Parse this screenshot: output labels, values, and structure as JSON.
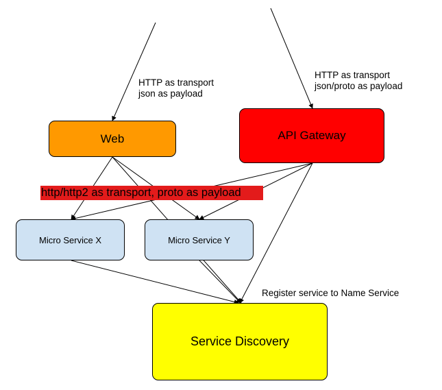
{
  "colors": {
    "web": "#ff9900",
    "api_gateway": "#ff0000",
    "micro_service": "#cfe2f3",
    "service_discovery": "#ffff00",
    "transport_band": "#e31b1b",
    "arrow": "#000000"
  },
  "nodes": {
    "web": "Web",
    "api_gateway": "API Gateway",
    "micro_service_x": "Micro Service X",
    "micro_service_y": "Micro Service Y",
    "service_discovery": "Service Discovery"
  },
  "notes": {
    "web_ingress": [
      "HTTP as transport",
      "json as payload"
    ],
    "gateway_ingress": [
      "HTTP as transport",
      "json/proto as payload"
    ],
    "internal_transport": "http/http2 as transport, proto as payload",
    "registration": "Register service to Name Service"
  },
  "edges": [
    {
      "from": "external",
      "to": "web"
    },
    {
      "from": "external",
      "to": "api_gateway"
    },
    {
      "from": "web",
      "to": "micro_service_x"
    },
    {
      "from": "web",
      "to": "micro_service_y"
    },
    {
      "from": "web",
      "to": "service_discovery"
    },
    {
      "from": "api_gateway",
      "to": "micro_service_x"
    },
    {
      "from": "api_gateway",
      "to": "micro_service_y"
    },
    {
      "from": "api_gateway",
      "to": "service_discovery"
    },
    {
      "from": "micro_service_x",
      "to": "service_discovery"
    },
    {
      "from": "micro_service_y",
      "to": "service_discovery"
    }
  ]
}
